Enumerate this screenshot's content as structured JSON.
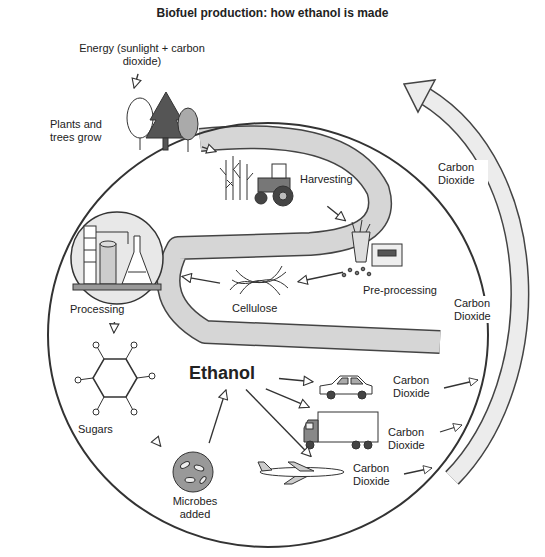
{
  "diagram": {
    "title": "Biofuel production: how ethanol is made",
    "nodes": [
      {
        "text": [
          "Energy (sunlight + carbon dioxide)"
        ]
      },
      {
        "text": [
          "Plants and trees grow"
        ]
      },
      {
        "text": [
          "Harvesting"
        ]
      },
      {
        "text": [
          "Pre-processing"
        ]
      },
      {
        "text": [
          "Cellulose"
        ]
      },
      {
        "text": [
          "Processing"
        ]
      },
      {
        "text": [
          "Sugars"
        ]
      },
      {
        "text": [
          "Microbes added"
        ]
      },
      {
        "text": [
          "Ethanol"
        ]
      },
      {
        "text": [
          "Carbon Dioxide"
        ]
      },
      {
        "text": [
          "Carbon Dioxide"
        ]
      },
      {
        "text": [
          "Carbon Dioxide"
        ]
      }
    ],
    "edges": [
      {
        "from": 0,
        "to": 1,
        "arrow": "to"
      },
      {
        "from": 1,
        "to": 2,
        "arrow": "to"
      },
      {
        "from": 2,
        "to": 3,
        "arrow": "to"
      },
      {
        "from": 3,
        "to": 4,
        "arrow": "to"
      },
      {
        "from": 4,
        "to": 5,
        "arrow": "to"
      },
      {
        "from": 5,
        "to": 6,
        "arrow": "to"
      },
      {
        "from": 6,
        "to": 7,
        "arrow": "to"
      },
      {
        "from": 7,
        "to": 8,
        "arrow": "to"
      },
      {
        "from": 8,
        "to": 9,
        "arrow": "to"
      },
      {
        "from": 8,
        "to": 10,
        "arrow": "to"
      },
      {
        "from": 8,
        "to": 11,
        "arrow": "to"
      }
    ],
    "labels": [
      "Carbon Dioxide",
      "Carbon Dioxide"
    ]
  }
}
